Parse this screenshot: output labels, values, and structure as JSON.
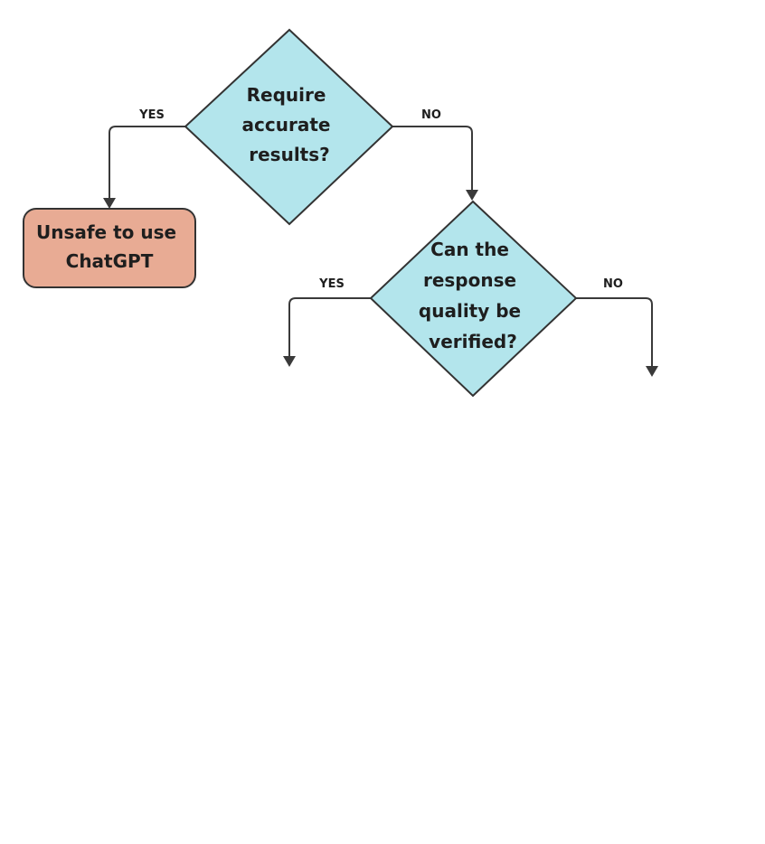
{
  "decision_1": {
    "lines": [
      "Require",
      "accurate",
      "results?"
    ],
    "yes_label": "YES",
    "no_label": "NO"
  },
  "terminal_unsafe": {
    "lines": [
      "Unsafe to use",
      "ChatGPT"
    ]
  },
  "decision_2": {
    "lines": [
      "Can the",
      "response",
      "quality be",
      "verified?"
    ],
    "yes_label": "YES",
    "no_label": "NO"
  },
  "colors": {
    "decision_fill": "#b3e5ec",
    "terminal_fill": "#e8ab94",
    "stroke": "#333333"
  }
}
